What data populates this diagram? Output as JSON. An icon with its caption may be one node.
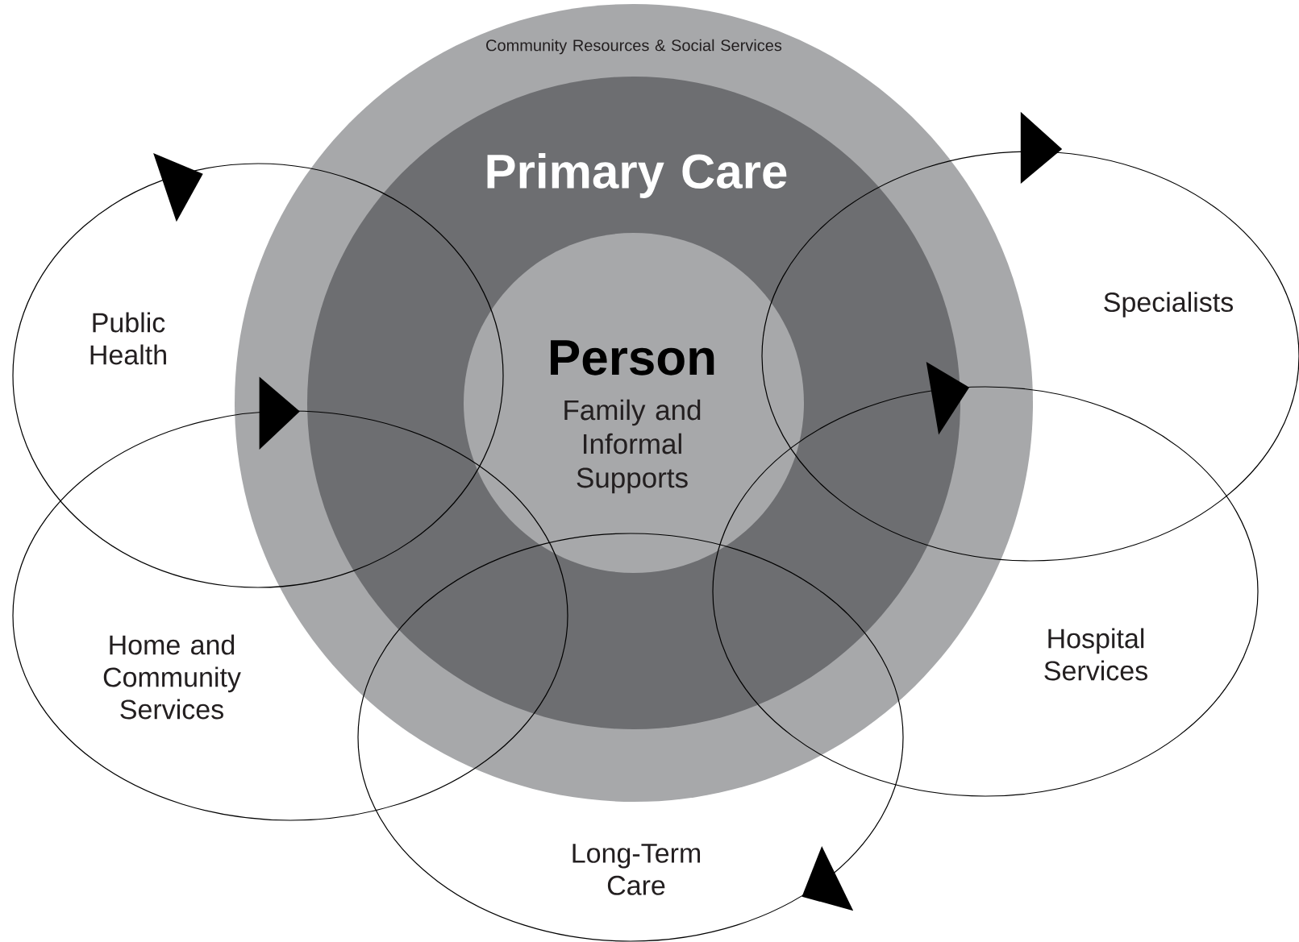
{
  "diagram": {
    "nodes": [
      {
        "text": [
          "Community Resources & Social Services"
        ]
      },
      {
        "text": [
          "Primary Care"
        ],
        "in": 0
      },
      {
        "text": [
          "Person",
          "Family and Informal Supports"
        ],
        "in": 1
      },
      {
        "text": [
          "Public Health"
        ]
      },
      {
        "text": [
          "Specialists"
        ]
      },
      {
        "text": [
          "Home and Community Services"
        ]
      },
      {
        "text": [
          "Hospital Services"
        ]
      },
      {
        "text": [
          "Long-Term Care"
        ]
      }
    ],
    "edges": []
  }
}
